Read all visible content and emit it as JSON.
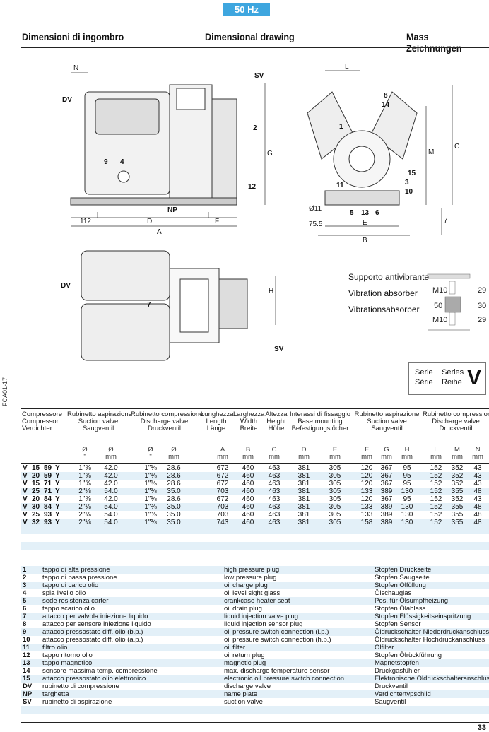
{
  "frequency_badge": "50 Hz",
  "titles": {
    "it": "Dimensioni di ingombro",
    "en": "Dimensional drawing",
    "de": "Mass  Zeichnungen"
  },
  "side_code": "FCA01-17",
  "drawing_labels": {
    "side": [
      "N",
      "DV",
      "SV",
      "2",
      "12",
      "NP",
      "9",
      "4",
      "112",
      "D",
      "F",
      "A",
      "G"
    ],
    "front": [
      "L",
      "8",
      "14",
      "1",
      "15",
      "3",
      "10",
      "11",
      "Ø11",
      "5",
      "13",
      "6",
      "75.5",
      "E",
      "B",
      "M",
      "C",
      "7"
    ],
    "top": [
      "DV",
      "7",
      "H",
      "SV"
    ]
  },
  "vibration": {
    "lines": [
      "Supporto antivibrante",
      "Vibration absorber",
      "Vibrationsabsorber"
    ],
    "dims": [
      "M10",
      "50",
      "M10",
      "29",
      "30",
      "29"
    ]
  },
  "series": {
    "l1": "Serie",
    "l2": "Série",
    "l3": "Series",
    "l4": "Reihe",
    "letter": "V"
  },
  "table": {
    "groups": [
      [
        "Compressore",
        "Compressor",
        "Verdichter"
      ],
      [
        "Rubinetto aspirazione",
        "Suction valve",
        "Saugventil"
      ],
      [
        "Rubinetto compressione",
        "Discharge valve",
        "Druckventil"
      ],
      [
        "Lunghezza",
        "Length",
        "Länge"
      ],
      [
        "Larghezza",
        "Width",
        "Breite"
      ],
      [
        "Altezza",
        "Height",
        "Höhe"
      ],
      [
        "Interassi di fissaggio",
        "Base mounting",
        "Befestigungslöcher"
      ],
      [
        "Rubinetto aspirazione",
        "Suction valve",
        "Saugventil"
      ],
      [
        "Rubinetto compressione",
        "Discharge valve",
        "Druckventil"
      ]
    ],
    "units": [
      [
        "Ø",
        "\""
      ],
      [
        "Ø",
        "mm"
      ],
      [
        "Ø",
        "\""
      ],
      [
        "Ø",
        "mm"
      ],
      [
        "A",
        "mm"
      ],
      [
        "B",
        "mm"
      ],
      [
        "C",
        "mm"
      ],
      [
        "D",
        "mm"
      ],
      [
        "E",
        "mm"
      ],
      [
        "F",
        "mm"
      ],
      [
        "G",
        "mm"
      ],
      [
        "H",
        "mm"
      ],
      [
        "L",
        "mm"
      ],
      [
        "M",
        "mm"
      ],
      [
        "N",
        "mm"
      ]
    ],
    "rows": [
      {
        "model": [
          "V",
          "15",
          "59",
          "Y"
        ],
        "v": [
          "1\"⅝",
          "42.0",
          "1\"⅛",
          "28.6",
          "672",
          "460",
          "463",
          "381",
          "305",
          "120",
          "367",
          "95",
          "152",
          "352",
          "43"
        ]
      },
      {
        "model": [
          "V",
          "20",
          "59",
          "Y"
        ],
        "v": [
          "1\"⅝",
          "42.0",
          "1\"⅛",
          "28.6",
          "672",
          "460",
          "463",
          "381",
          "305",
          "120",
          "367",
          "95",
          "152",
          "352",
          "43"
        ]
      },
      {
        "model": [
          "V",
          "15",
          "71",
          "Y"
        ],
        "v": [
          "1\"⅝",
          "42.0",
          "1\"⅛",
          "28.6",
          "672",
          "460",
          "463",
          "381",
          "305",
          "120",
          "367",
          "95",
          "152",
          "352",
          "43"
        ]
      },
      {
        "model": [
          "V",
          "25",
          "71",
          "Y"
        ],
        "v": [
          "2\"⅛",
          "54.0",
          "1\"⅜",
          "35.0",
          "703",
          "460",
          "463",
          "381",
          "305",
          "133",
          "389",
          "130",
          "152",
          "355",
          "48"
        ]
      },
      {
        "model": [
          "V",
          "20",
          "84",
          "Y"
        ],
        "v": [
          "1\"⅝",
          "42.0",
          "1\"⅛",
          "28.6",
          "672",
          "460",
          "463",
          "381",
          "305",
          "120",
          "367",
          "95",
          "152",
          "352",
          "43"
        ]
      },
      {
        "model": [
          "V",
          "30",
          "84",
          "Y"
        ],
        "v": [
          "2\"⅛",
          "54.0",
          "1\"⅜",
          "35.0",
          "703",
          "460",
          "463",
          "381",
          "305",
          "133",
          "389",
          "130",
          "152",
          "355",
          "48"
        ]
      },
      {
        "model": [
          "V",
          "25",
          "93",
          "Y"
        ],
        "v": [
          "2\"⅛",
          "54.0",
          "1\"⅜",
          "35.0",
          "703",
          "460",
          "463",
          "381",
          "305",
          "133",
          "389",
          "130",
          "152",
          "355",
          "48"
        ]
      },
      {
        "model": [
          "V",
          "32",
          "93",
          "Y"
        ],
        "v": [
          "2\"⅛",
          "54.0",
          "1\"⅜",
          "35.0",
          "743",
          "460",
          "463",
          "381",
          "305",
          "158",
          "389",
          "130",
          "152",
          "355",
          "48"
        ]
      }
    ]
  },
  "legend": [
    [
      "1",
      "tappo di alta pressione",
      "high pressure plug",
      "Stopfen Druckseite"
    ],
    [
      "2",
      "tappo di bassa pressione",
      "low pressure plug",
      "Stopfen Saugseite"
    ],
    [
      "3",
      "tappo di carico olio",
      "oil charge plug",
      "Stopfen Ölfüllung"
    ],
    [
      "4",
      "spia livello olio",
      "oil level sight glass",
      "Ölschauglas"
    ],
    [
      "5",
      "sede resistenza carter",
      "crankcase heater seat",
      "Pos. für Ölsumpfheizung"
    ],
    [
      "6",
      "tappo scarico olio",
      "oil drain plug",
      "Stopfen Ölablass"
    ],
    [
      "7",
      "attacco per valvola iniezione liquido",
      "liquid injection valve plug",
      "Stopfen Flüssigkeitseinspritzung"
    ],
    [
      "8",
      "attacco per sensore iniezione liquido",
      "liquid injection sensor plug",
      "Stopfen Sensor"
    ],
    [
      "9",
      "attacco pressostato diff. olio (b.p.)",
      "oil pressure switch connection (l.p.)",
      "Öldruckschalter Niederdruckanschluss"
    ],
    [
      "10",
      "attacco pressostato diff. olio (a.p.)",
      "oil pressure switch connection (h.p.)",
      "Öldruckschalter Hochdruckanschluss"
    ],
    [
      "11",
      "filtro olio",
      "oil filter",
      "Ölfilter"
    ],
    [
      "12",
      "tappo ritorno olio",
      "oil return plug",
      "Stopfen Ölrückführung"
    ],
    [
      "13",
      "tappo magnetico",
      "magnetic plug",
      "Magnetstopfen"
    ],
    [
      "14",
      "sensore massima temp. compressione",
      "max. discharge temperature sensor",
      "Druckgasfühler"
    ],
    [
      "15",
      "attacco pressostato olio elettronico",
      "electronic oil pressure switch connection",
      "Elektronische Öldruckschalteranschluss"
    ],
    [
      "DV",
      "rubinetto di compressione",
      "discharge valve",
      "Druckventil"
    ],
    [
      "NP",
      "targhetta",
      "name plate",
      "Verdichtertypschild"
    ],
    [
      "SV",
      "rubinetto di aspirazione",
      "suction valve",
      "Saugventil"
    ]
  ],
  "page_number": "33",
  "colors": {
    "accent": "#3ea6df",
    "stripe": "#e3f0f8"
  }
}
